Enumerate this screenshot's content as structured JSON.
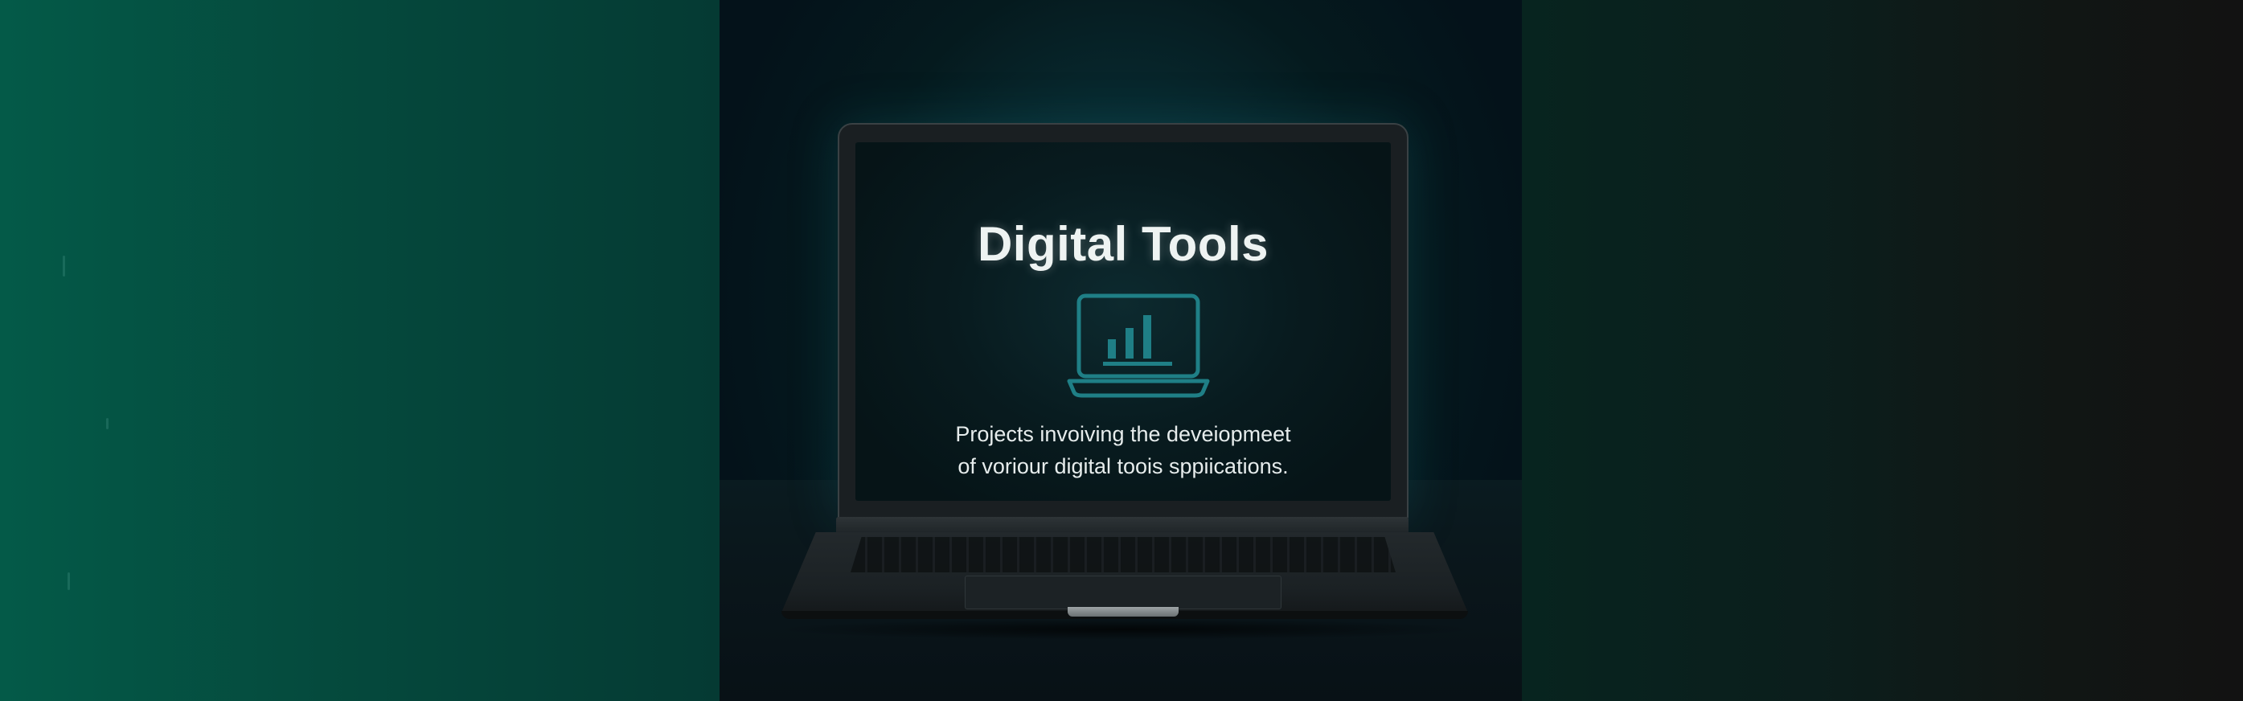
{
  "screen": {
    "title": "Digital Tools",
    "icon": "laptop-bar-chart-icon",
    "description_line1": "Projects invoiving the deveiopmeet",
    "description_line2": "of voriour digital toois sppiications."
  },
  "colors": {
    "accent": "#1f7f86",
    "left_panel": "#045a48",
    "right_panel": "#121212",
    "title_text": "#eef3f2"
  }
}
